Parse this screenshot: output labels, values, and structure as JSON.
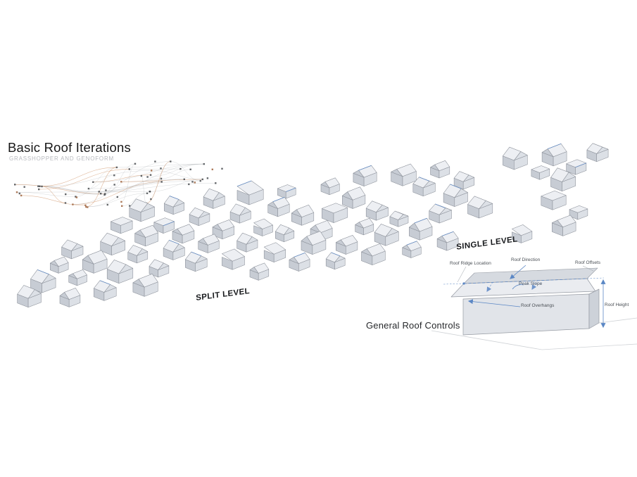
{
  "header": {
    "title": "Basic Roof Iterations",
    "subtitle": "GRASSHOPPER AND GENOFORM"
  },
  "field_labels": {
    "single_level": "SINGLE LEVEL",
    "split_level": "SPLIT LEVEL"
  },
  "controls": {
    "title": "General Roof Controls",
    "annotations": {
      "ridge_location": "Roof Ridge Location",
      "direction": "Roof Direction",
      "offsets": "Roof Offsets",
      "peak_slope": "Peak Slope",
      "overhangs": "Roof Overhangs",
      "height": "Roof Height"
    }
  },
  "colors": {
    "accent_blue": "#5b87c5",
    "wire_orange": "#c98757",
    "house_light": "#edeff3",
    "house_mid": "#dce0e6",
    "house_dark": "#c7ccd4",
    "stroke": "#8b9099"
  }
}
